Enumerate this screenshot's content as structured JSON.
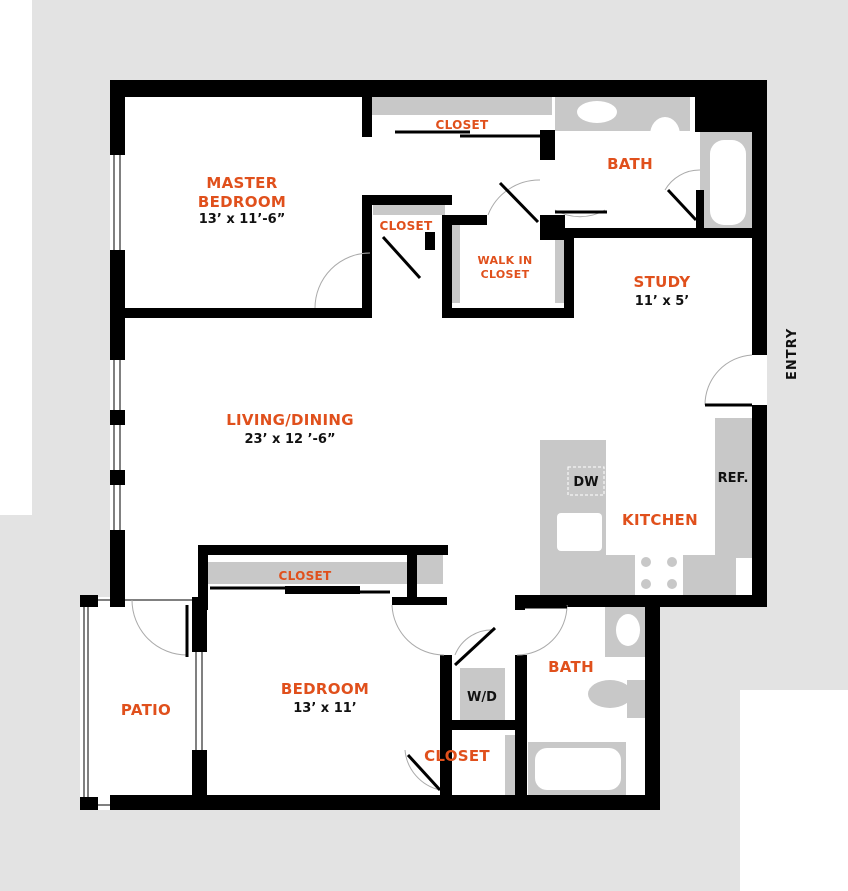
{
  "colors": {
    "label": "#e0501c",
    "wall": "#000000",
    "fixture": "#c8c8c8",
    "background": "#e3e3e3"
  },
  "rooms": {
    "master_bedroom": {
      "name_line1": "MASTER",
      "name_line2": "BEDROOM",
      "dims": "13’ x 11’-6”"
    },
    "master_closet": "CLOSET",
    "small_closet": "CLOSET",
    "bath_1": "BATH",
    "walk_in_closet_line1": "WALK IN",
    "walk_in_closet_line2": "CLOSET",
    "study": {
      "name": "STUDY",
      "dims": "11’ x 5’"
    },
    "living_dining": {
      "name": "LIVING/DINING",
      "dims": "23’ x  12 ’-6”"
    },
    "kitchen": "KITCHEN",
    "dw": "DW",
    "ref": "REF.",
    "bedroom_closet": "CLOSET",
    "bedroom": {
      "name": "BEDROOM",
      "dims": "13’ x 11’"
    },
    "patio": "PATIO",
    "wd": "W/D",
    "bath_2": "BATH",
    "closet_3": "CLOSET"
  },
  "entry": "ENTRY"
}
